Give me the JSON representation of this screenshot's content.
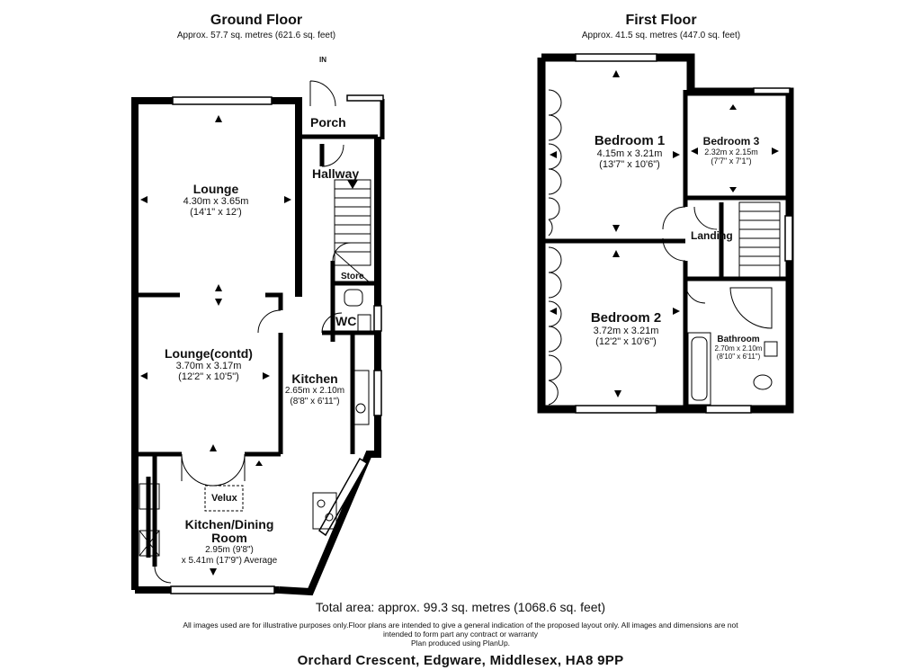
{
  "ground_floor": {
    "title": "Ground Floor",
    "area": "Approx. 57.7 sq. metres (621.6 sq. feet)",
    "entrance_label": "IN",
    "rooms": {
      "porch": {
        "name": "Porch"
      },
      "hallway": {
        "name": "Hallway"
      },
      "lounge": {
        "name": "Lounge",
        "dim_m": "4.30m x 3.65m",
        "dim_ft": "(14'1\" x 12')"
      },
      "lounge_contd": {
        "name": "Lounge(contd)",
        "dim_m": "3.70m x 3.17m",
        "dim_ft": "(12'2\" x 10'5\")"
      },
      "store": {
        "name": "Store"
      },
      "wc": {
        "name": "WC"
      },
      "kitchen": {
        "name": "Kitchen",
        "dim_m": "2.65m x 2.10m",
        "dim_ft": "(8'8\" x 6'11\")"
      },
      "velux": {
        "name": "Velux"
      },
      "kitchen_dining": {
        "name_line1": "Kitchen/Dining",
        "name_line2": "Room",
        "dim_line1": "2.95m (9'8\")",
        "dim_line2": "x 5.41m (17'9\") Average"
      }
    }
  },
  "first_floor": {
    "title": "First Floor",
    "area": "Approx. 41.5 sq. metres (447.0 sq. feet)",
    "rooms": {
      "bedroom1": {
        "name": "Bedroom 1",
        "dim_m": "4.15m x 3.21m",
        "dim_ft": "(13'7\" x 10'6\")"
      },
      "bedroom3": {
        "name": "Bedroom 3",
        "dim_m": "2.32m x 2.15m",
        "dim_ft": "(7'7\" x 7'1\")"
      },
      "landing": {
        "name": "Landing"
      },
      "bedroom2": {
        "name": "Bedroom 2",
        "dim_m": "3.72m x 3.21m",
        "dim_ft": "(12'2\" x 10'6\")"
      },
      "bathroom": {
        "name": "Bathroom",
        "dim_m": "2.70m x 2.10m",
        "dim_ft": "(8'10\" x 6'11\")"
      }
    }
  },
  "footer": {
    "total_area": "Total area: approx. 99.3 sq. metres (1068.6 sq. feet)",
    "disclaimer_line1": "All images used are for illustrative purposes only.Floor plans are intended to give a general indication of the proposed layout only. All images and dimensions are not",
    "disclaimer_line2": "intended to form part any contract or warranty",
    "disclaimer_line3": "Plan produced using PlanUp.",
    "address": "Orchard Crescent, Edgware, Middlesex, HA8 9PP"
  }
}
